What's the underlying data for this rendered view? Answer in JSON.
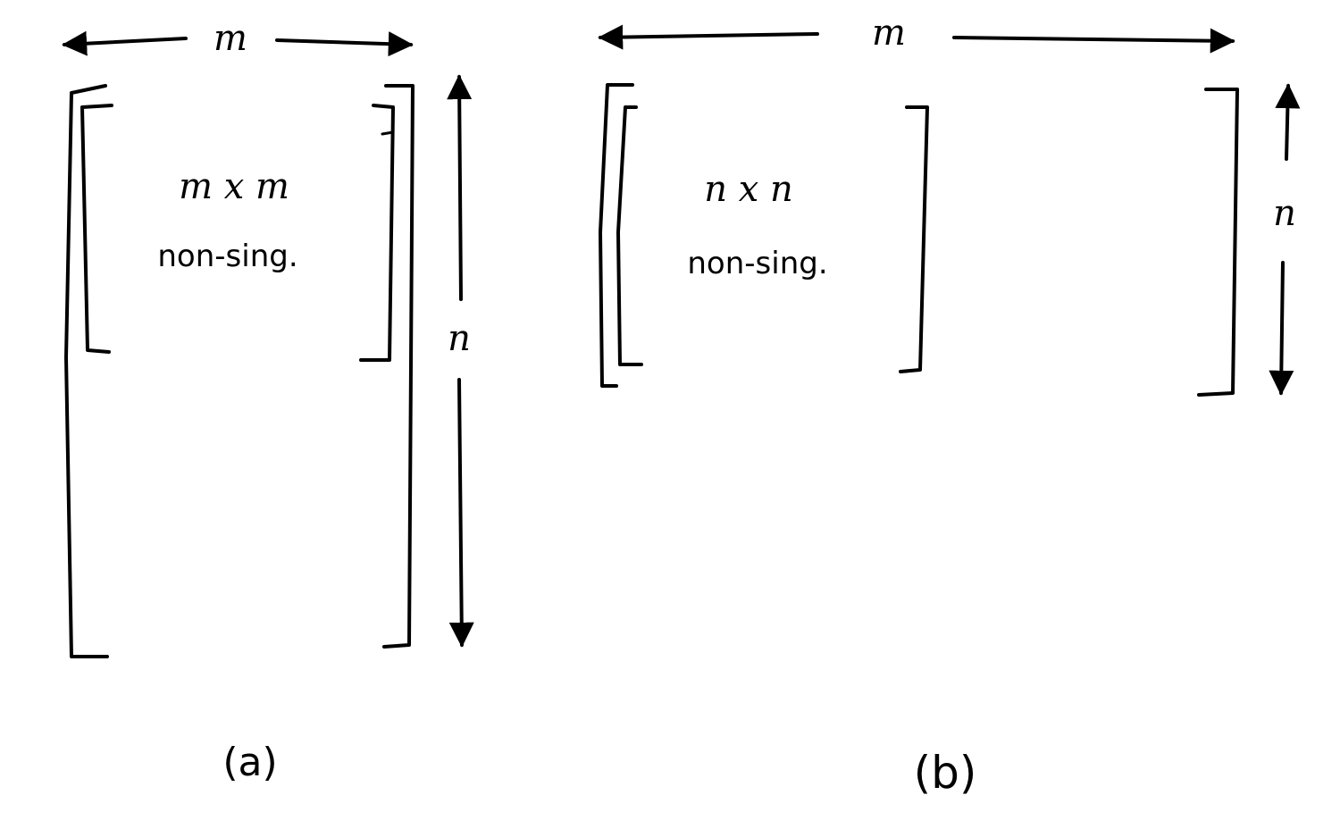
{
  "diagram": {
    "panel_a": {
      "width_label": "m",
      "height_label": "n",
      "block_size_label": "m x m",
      "block_property_label": "non-sing.",
      "caption": "(a)"
    },
    "panel_b": {
      "width_label": "m",
      "height_label": "n",
      "block_size_label": "n x n",
      "block_property_label": "non-sing.",
      "caption": "(b)"
    }
  }
}
